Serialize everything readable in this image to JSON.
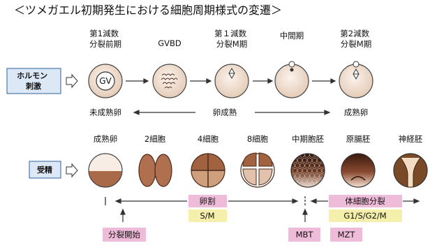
{
  "title": "＜ツメガエル初期発生における細胞周期様式の変遷＞",
  "maturation": {
    "trigger_label": "ホルモン\n刺激",
    "stages": [
      {
        "label": "第1減数\n分裂前期"
      },
      {
        "label": "GVBD"
      },
      {
        "label": "第１減数\n分裂M期"
      },
      {
        "label": "中間期"
      },
      {
        "label": "第2減数\n分裂M期"
      }
    ],
    "gv_label": "GV",
    "left_label": "未成熟卵",
    "middle_label": "卵成熟",
    "right_label": "成熟卵"
  },
  "development": {
    "trigger_label": "受精",
    "stages": [
      {
        "label": "成熟卵"
      },
      {
        "label": "2細胞"
      },
      {
        "label": "4細胞"
      },
      {
        "label": "8細胞"
      },
      {
        "label": "中期胞胚"
      },
      {
        "label": "原腸胚"
      },
      {
        "label": "神経胚"
      }
    ],
    "cleavage_label": "卵割",
    "cleavage_cycle": "S/M",
    "somatic_label": "体細胞分裂",
    "somatic_cycle": "G1/S/G2/M",
    "cleavage_start_label": "分裂開始",
    "mbt_label": "MBT",
    "mzt_label": "MZT"
  },
  "colors": {
    "cytoplasm": "#f3e5da",
    "yolk_brown": "#a86a48",
    "dark_brown": "#5a2e1a",
    "label_box_blue": "#dde8f6",
    "label_box_border": "#2f5f9e",
    "pink_box": "#eebcd8",
    "yellow_box": "#f4efaa"
  }
}
